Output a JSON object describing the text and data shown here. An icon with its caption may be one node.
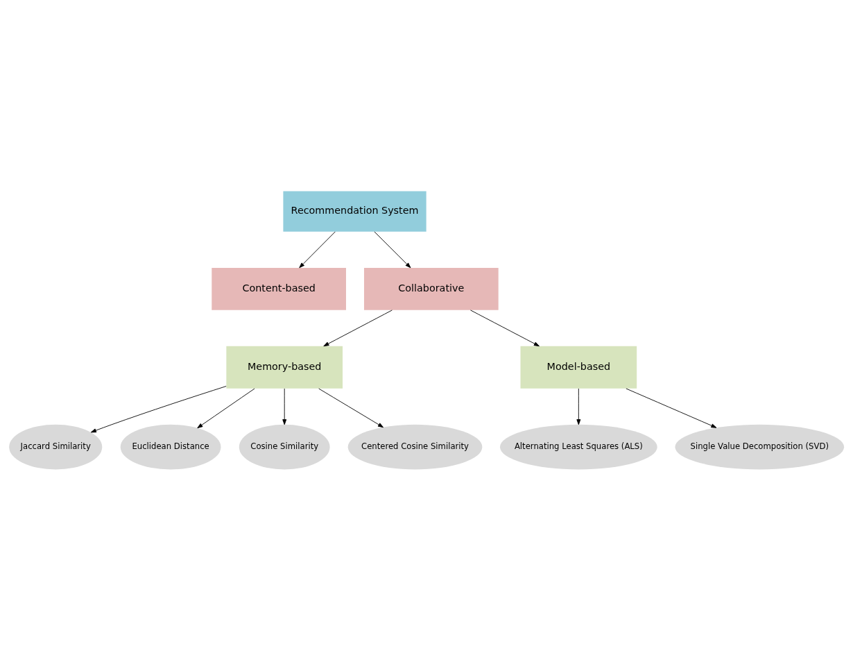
{
  "diagram": {
    "nodes": [
      {
        "text": [
          "Recommendation System"
        ]
      },
      {
        "text": [
          "Content-based"
        ]
      },
      {
        "text": [
          "Collaborative"
        ]
      },
      {
        "text": [
          "Memory-based"
        ]
      },
      {
        "text": [
          "Model-based"
        ]
      },
      {
        "text": [
          "Jaccard Similarity"
        ]
      },
      {
        "text": [
          "Euclidean Distance"
        ]
      },
      {
        "text": [
          "Cosine Similarity"
        ]
      },
      {
        "text": [
          "Centered Cosine Similarity"
        ]
      },
      {
        "text": [
          "Alternating Least Squares (ALS)"
        ]
      },
      {
        "text": [
          "Single Value Decomposition (SVD)"
        ]
      }
    ],
    "edges": [
      {
        "from": 0,
        "to": 1,
        "arrow": "to"
      },
      {
        "from": 0,
        "to": 2,
        "arrow": "to"
      },
      {
        "from": 2,
        "to": 3,
        "arrow": "to"
      },
      {
        "from": 2,
        "to": 4,
        "arrow": "to"
      },
      {
        "from": 3,
        "to": 5,
        "arrow": "to"
      },
      {
        "from": 3,
        "to": 6,
        "arrow": "to"
      },
      {
        "from": 3,
        "to": 7,
        "arrow": "to"
      },
      {
        "from": 3,
        "to": 8,
        "arrow": "to"
      },
      {
        "from": 4,
        "to": 9,
        "arrow": "to"
      },
      {
        "from": 4,
        "to": 10,
        "arrow": "to"
      }
    ]
  }
}
